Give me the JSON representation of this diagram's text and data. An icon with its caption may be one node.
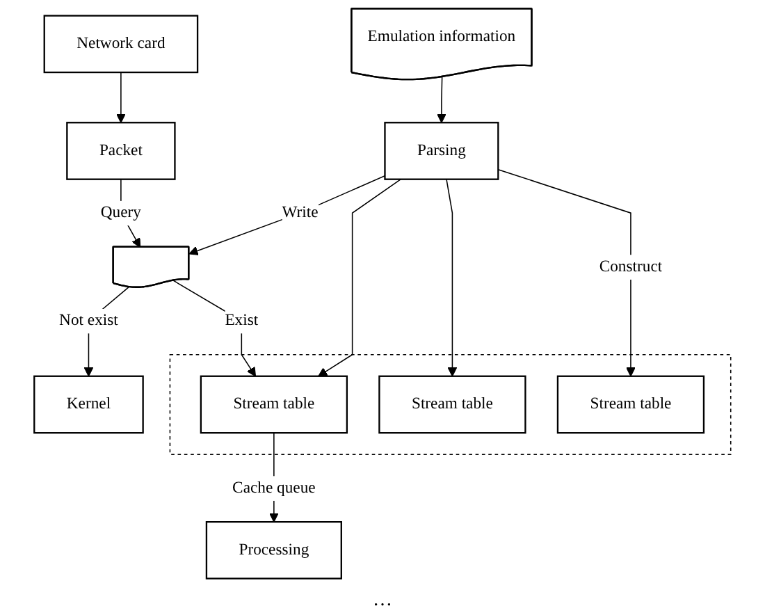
{
  "diagram": {
    "nodes": [
      {
        "text": [
          "Network card"
        ]
      },
      {
        "text": [
          "Packet"
        ]
      },
      {
        "text": [
          "Emulation information"
        ]
      },
      {
        "text": [],
        "shape": "document"
      },
      {
        "text": [
          "Parsing"
        ]
      },
      {
        "text": [
          "Kernel"
        ]
      },
      {
        "text": [],
        "shape": "box"
      },
      {
        "text": [
          "Stream table"
        ],
        "in": 6
      },
      {
        "text": [
          "Stream table"
        ],
        "in": 6
      },
      {
        "text": [
          "Stream table"
        ],
        "in": 6
      },
      {
        "text": [
          "Processing"
        ]
      }
    ],
    "edges": [
      {
        "from": 0,
        "to": 1,
        "arrow": "to"
      },
      {
        "from": 1,
        "to": 3,
        "label": "Query",
        "arrow": "to"
      },
      {
        "from": 2,
        "to": 4,
        "arrow": "to"
      },
      {
        "from": 4,
        "to": 3,
        "label": "Write",
        "arrow": "to"
      },
      {
        "from": 3,
        "to": 5,
        "label": "Not exist",
        "arrow": "to"
      },
      {
        "from": 3,
        "to": 7,
        "label": "Exist",
        "arrow": "to"
      },
      {
        "from": 4,
        "to": 7,
        "arrow": "to"
      },
      {
        "from": 4,
        "to": 8,
        "arrow": "to"
      },
      {
        "from": 4,
        "to": 9,
        "label": "Construct",
        "arrow": "to"
      },
      {
        "from": 7,
        "to": 10,
        "label": "Cache queue",
        "arrow": "to"
      }
    ],
    "labels": [
      "…"
    ]
  }
}
